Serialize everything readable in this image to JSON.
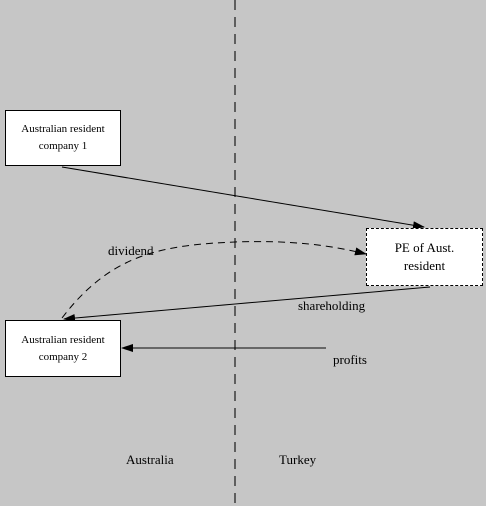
{
  "boxes": {
    "company1": "Australian resident company 1",
    "pe": "PE of Aust. resident",
    "company2": "Australian resident company 2"
  },
  "labels": {
    "dividend": "dividend",
    "shareholding": "shareholding",
    "profits": "profits"
  },
  "regions": {
    "left": "Australia",
    "right": "Turkey"
  },
  "colors": {
    "background": "#c4c4c4",
    "box_fill": "#ffffff",
    "line": "#000000"
  }
}
